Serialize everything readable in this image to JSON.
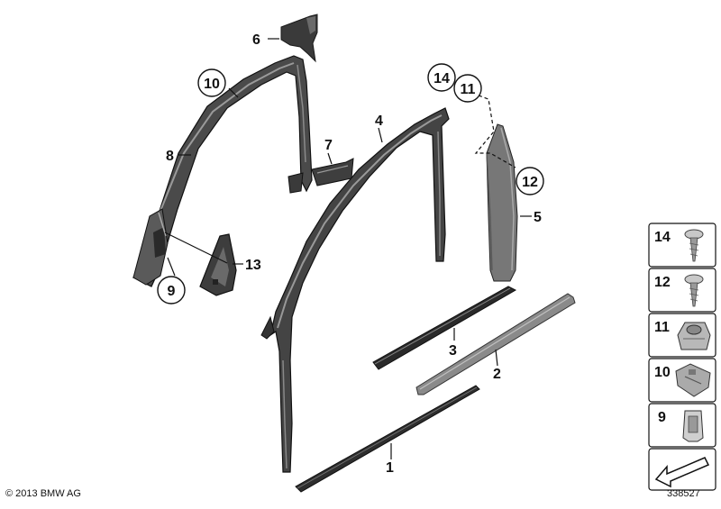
{
  "callouts": {
    "c1": "1",
    "c2": "2",
    "c3": "3",
    "c4": "4",
    "c5": "5",
    "c6": "6",
    "c7": "7",
    "c8": "8",
    "c9": "9",
    "c10": "10",
    "c11": "11",
    "c12": "12",
    "c13": "13",
    "c14": "14"
  },
  "legend": {
    "r14": "14",
    "r12": "12",
    "r11": "11",
    "r10": "10",
    "r9": "9"
  },
  "footer": {
    "copyright": "© 2013 BMW AG",
    "diagram_number": "338527"
  }
}
